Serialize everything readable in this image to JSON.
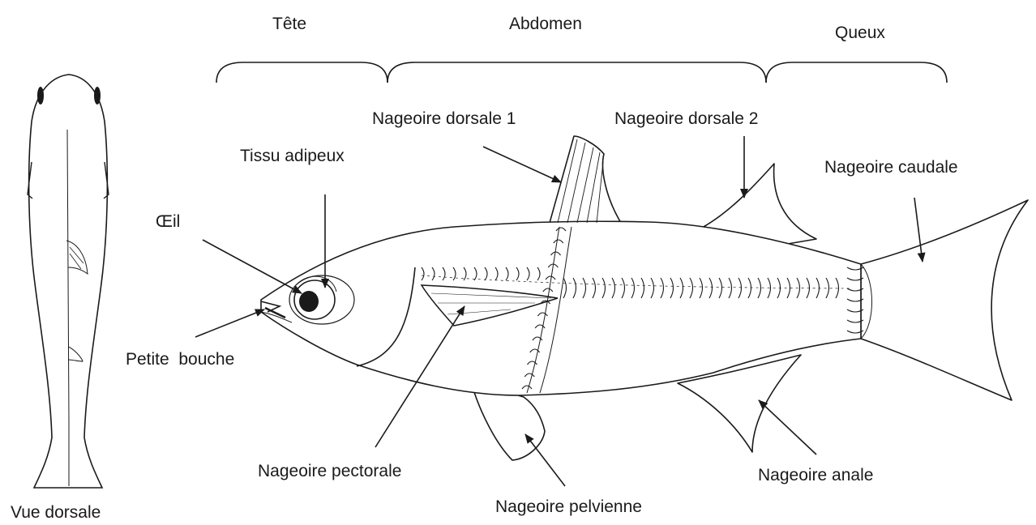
{
  "regions": {
    "head": "Tête",
    "abdomen": "Abdomen",
    "tail": "Queux"
  },
  "labels": {
    "dorsal_fin_1": "Nageoire dorsale 1",
    "dorsal_fin_2": "Nageoire dorsale 2",
    "adipose_tissue": "Tissu adipeux",
    "caudal_fin": "Nageoire caudale",
    "eye": "Œil",
    "small_mouth": "Petite  bouche",
    "pectoral_fin": "Nageoire pectorale",
    "anal_fin": "Nageoire anale",
    "pelvic_fin": "Nageoire pelvienne",
    "dorsal_view": "Vue dorsale"
  },
  "colors": {
    "line": "#1a1a1a",
    "background": "#ffffff"
  }
}
